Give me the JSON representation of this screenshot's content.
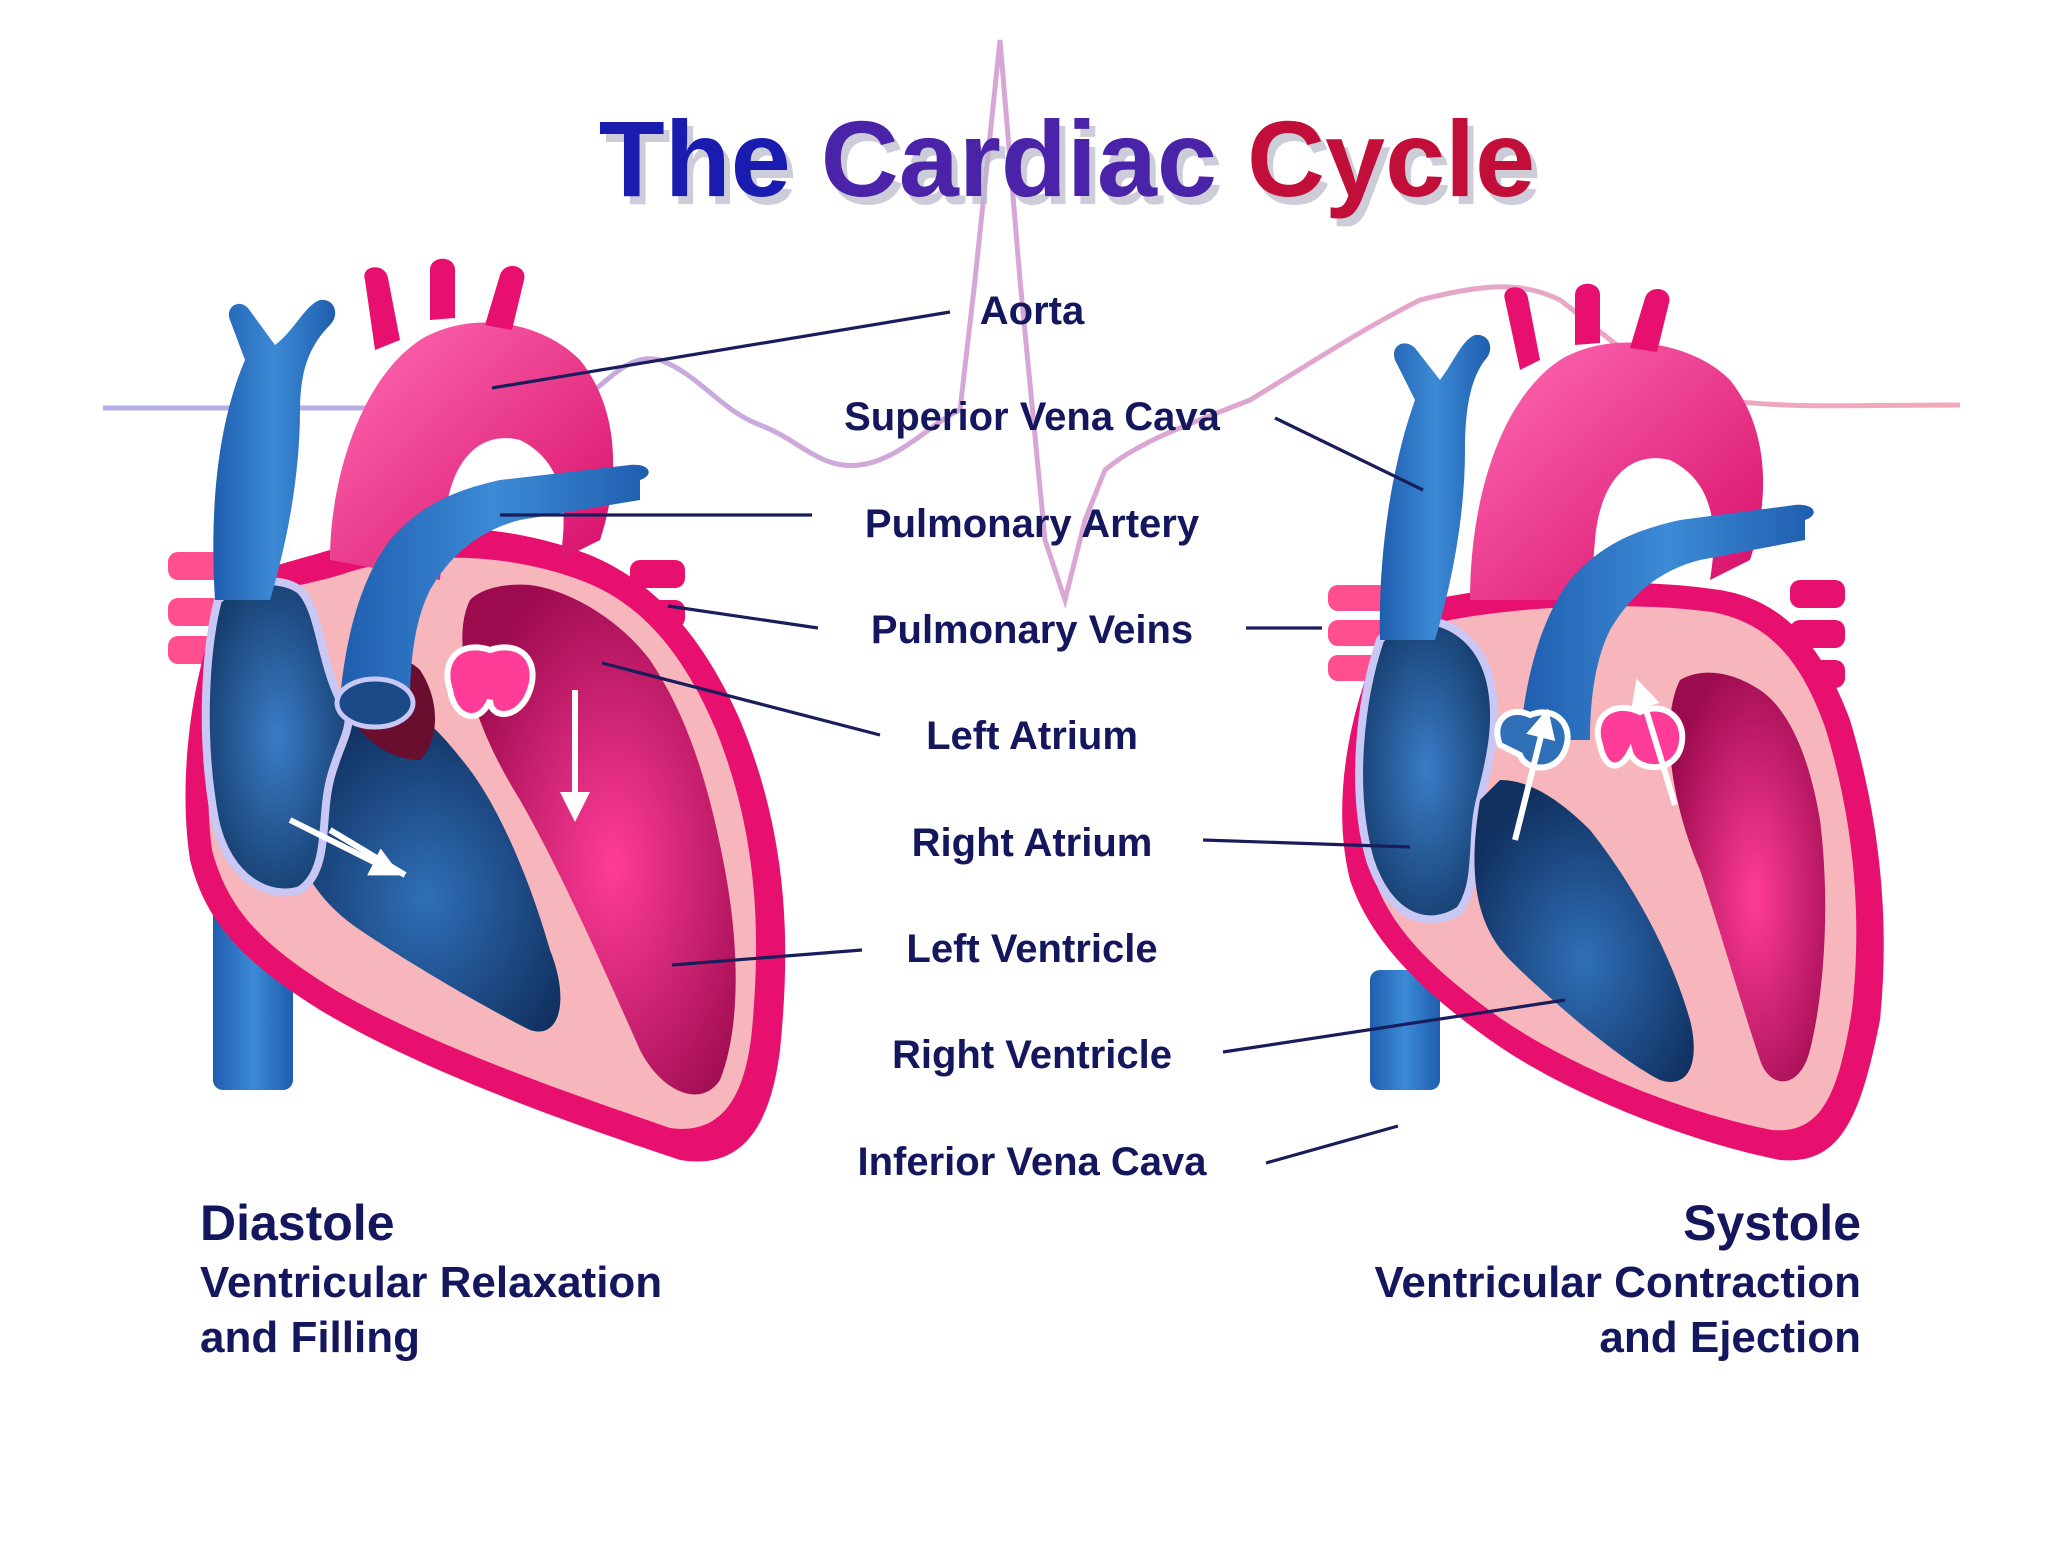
{
  "title": {
    "word_the": "The",
    "word_cardiac": "Cardiac",
    "word_cycle": "Cycle",
    "colors": {
      "the": "#1a1cb0",
      "cardiac": "#4b23a8",
      "cycle": "#c10f3a"
    }
  },
  "labels": [
    "Aorta",
    "Superior Vena Cava",
    "Pulmonary Artery",
    "Pulmonary Veins",
    "Left Atrium",
    "Right Atrium",
    "Left Ventricle",
    "Right Ventricle",
    "Inferior Vena Cava"
  ],
  "diastole": {
    "heading": "Diastole",
    "line1": "Ventricular Relaxation",
    "line2": "and Filling"
  },
  "systole": {
    "heading": "Systole",
    "line1": "Ventricular Contraction",
    "line2": "and Ejection"
  },
  "colors": {
    "pink": "#e8106e",
    "pink_light": "#ff5aa6",
    "blue": "#2a6fc4",
    "blue_dark": "#10305f",
    "muscle": "#f5b0b8",
    "label_text": "#15175e",
    "ecg_blue": "#a9a8e8",
    "ecg_pink": "#f2a3ba"
  }
}
